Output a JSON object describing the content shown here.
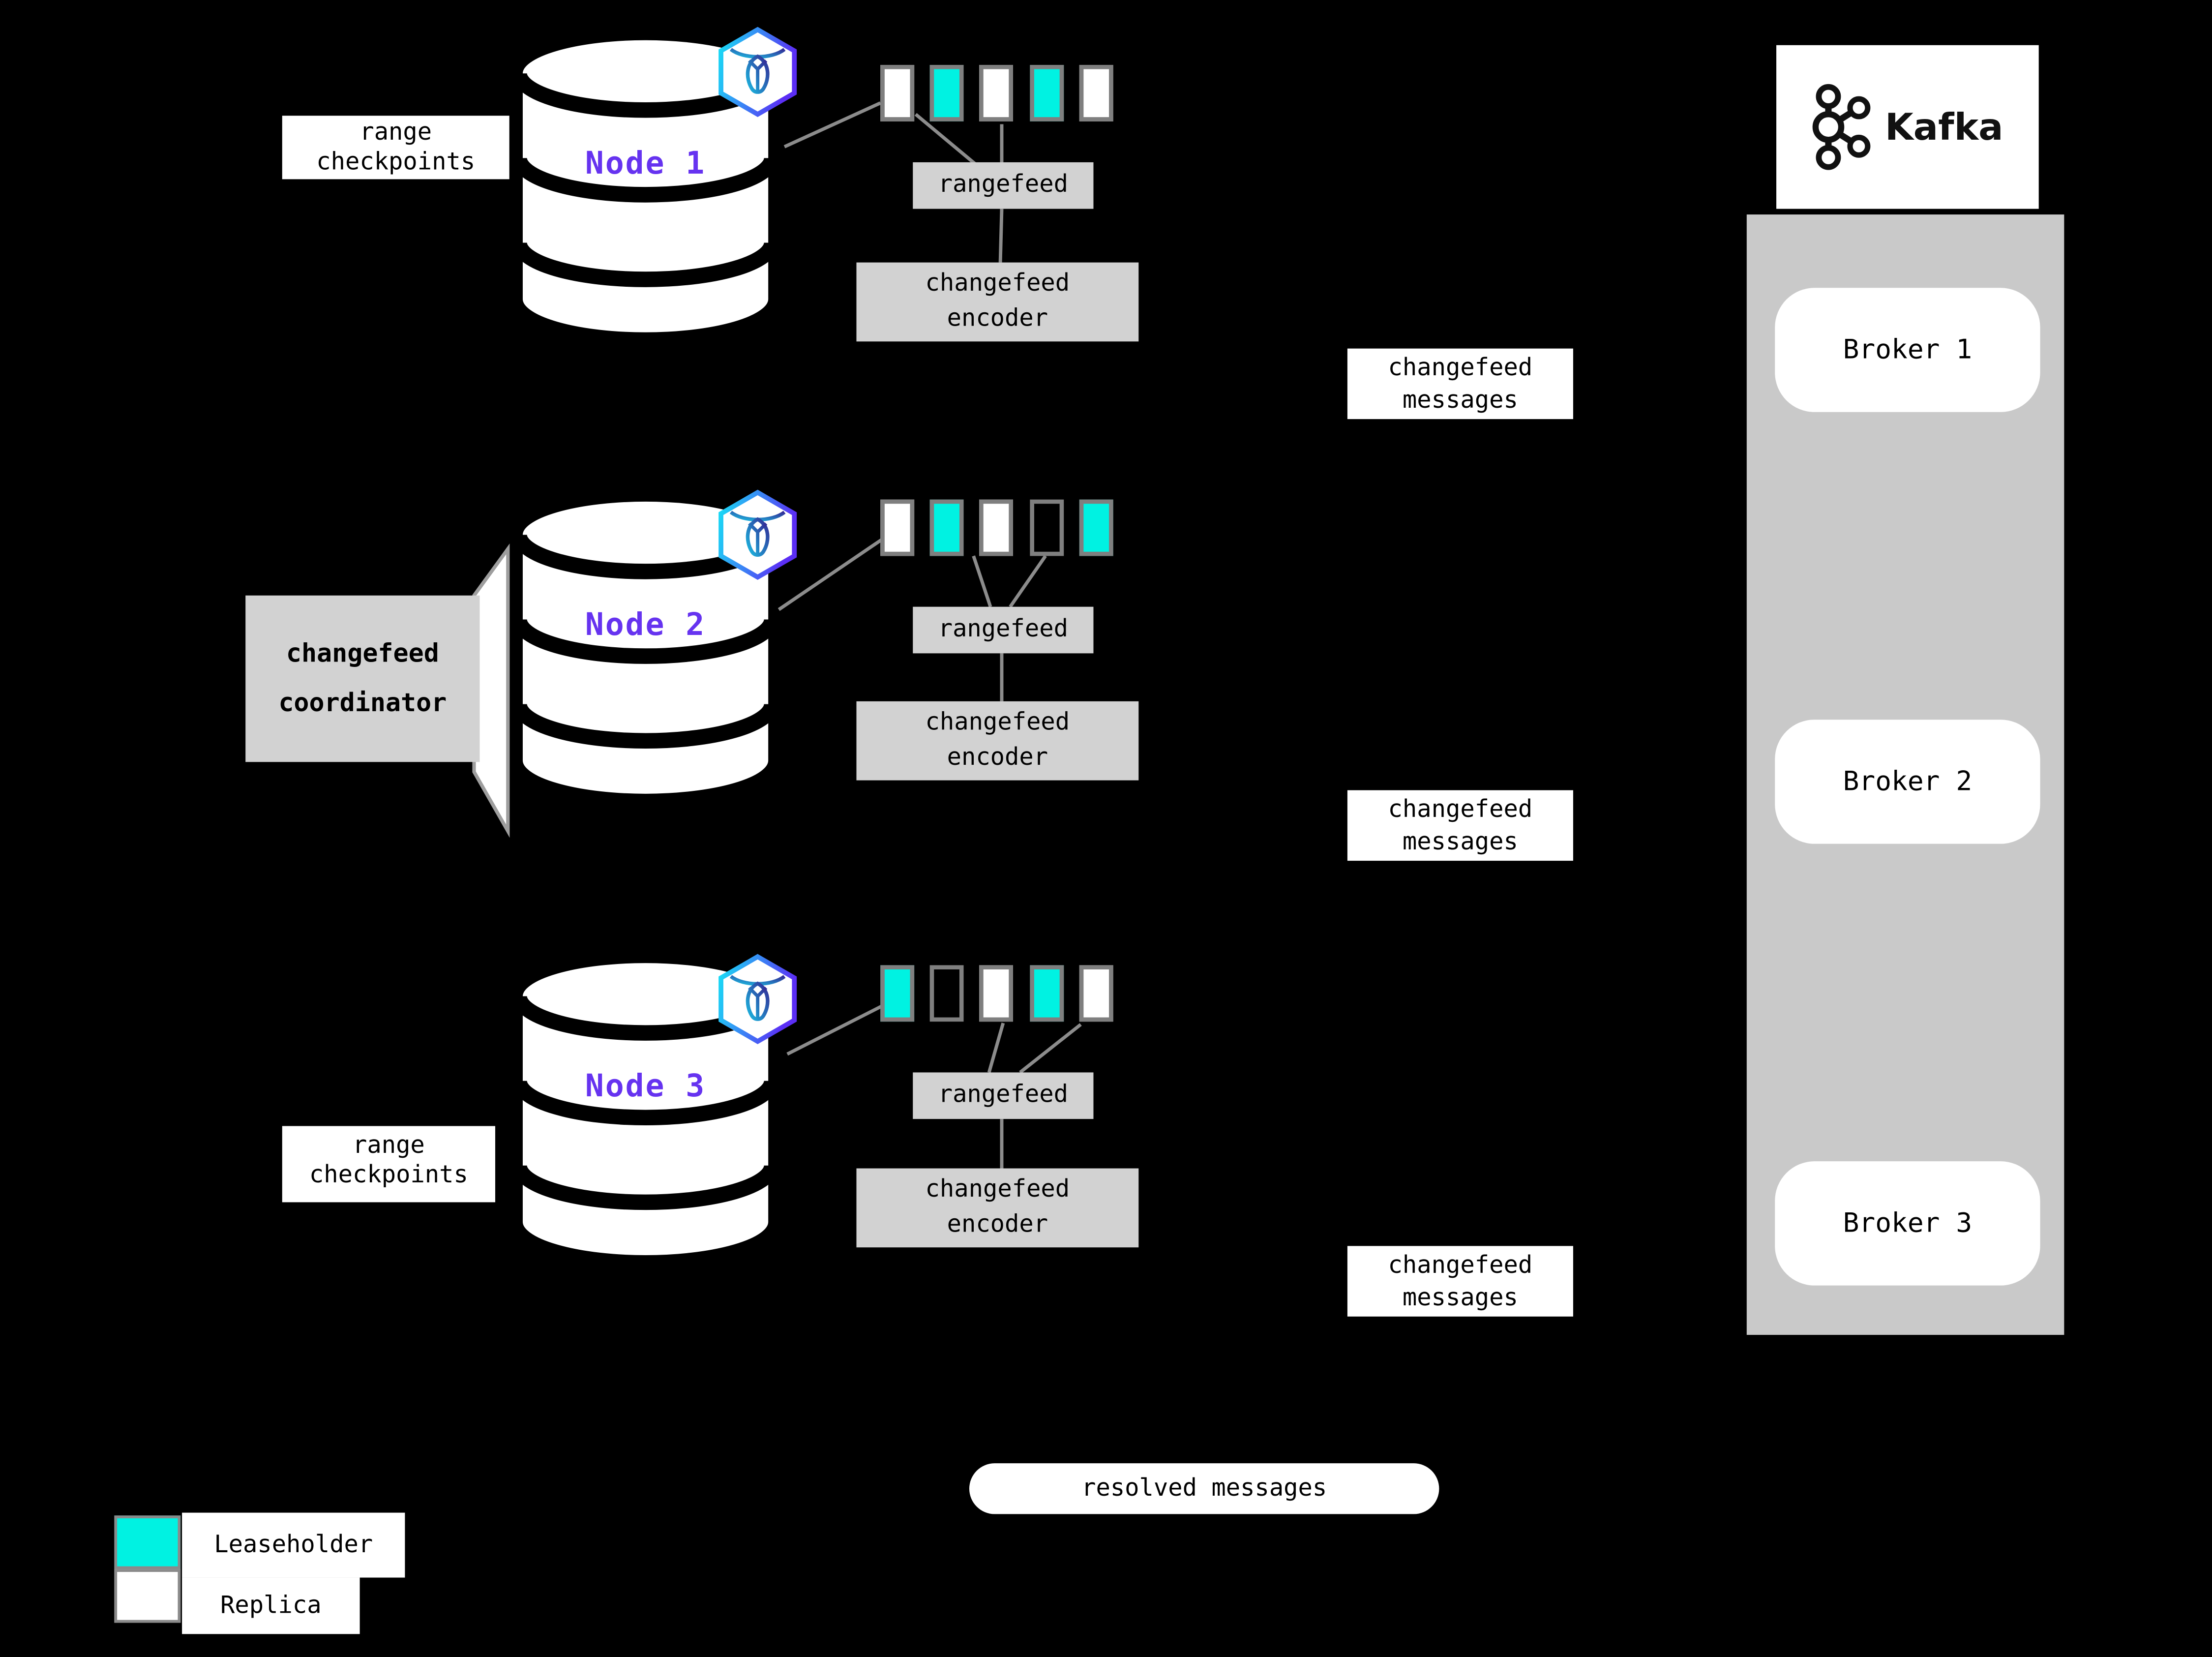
{
  "colors": {
    "background": "#000000",
    "leaseholder": "#00f2e2",
    "replica": "#ffffff",
    "node_label": "#6633f0",
    "box_gray": "#d2d2d2",
    "container_gray": "#c9c9c9",
    "connector_gray": "#8c8c8c"
  },
  "labels": {
    "range_checkpoints_line1": "range",
    "range_checkpoints_line2": "checkpoints",
    "rangefeed": "rangefeed",
    "encoder_line1": "changefeed",
    "encoder_line2": "encoder",
    "messages_line1": "changefeed",
    "messages_line2": "messages",
    "coordinator_line1": "changefeed",
    "coordinator_line2": "coordinator",
    "resolved_messages": "resolved messages"
  },
  "nodes": [
    {
      "name": "Node 1",
      "ranges": [
        "replica",
        "leaseholder",
        "replica",
        "leaseholder",
        "replica"
      ]
    },
    {
      "name": "Node 2",
      "ranges": [
        "replica",
        "leaseholder",
        "replica",
        "empty",
        "leaseholder"
      ]
    },
    {
      "name": "Node 3",
      "ranges": [
        "leaseholder",
        "empty",
        "replica",
        "leaseholder",
        "replica"
      ]
    }
  ],
  "kafka": {
    "title": "Kafka",
    "brokers": [
      {
        "label": "Broker 1"
      },
      {
        "label": "Broker 2"
      },
      {
        "label": "Broker 3"
      }
    ]
  },
  "legend": {
    "items": [
      {
        "kind": "leaseholder",
        "label": "Leaseholder"
      },
      {
        "kind": "replica",
        "label": "Replica"
      }
    ]
  }
}
